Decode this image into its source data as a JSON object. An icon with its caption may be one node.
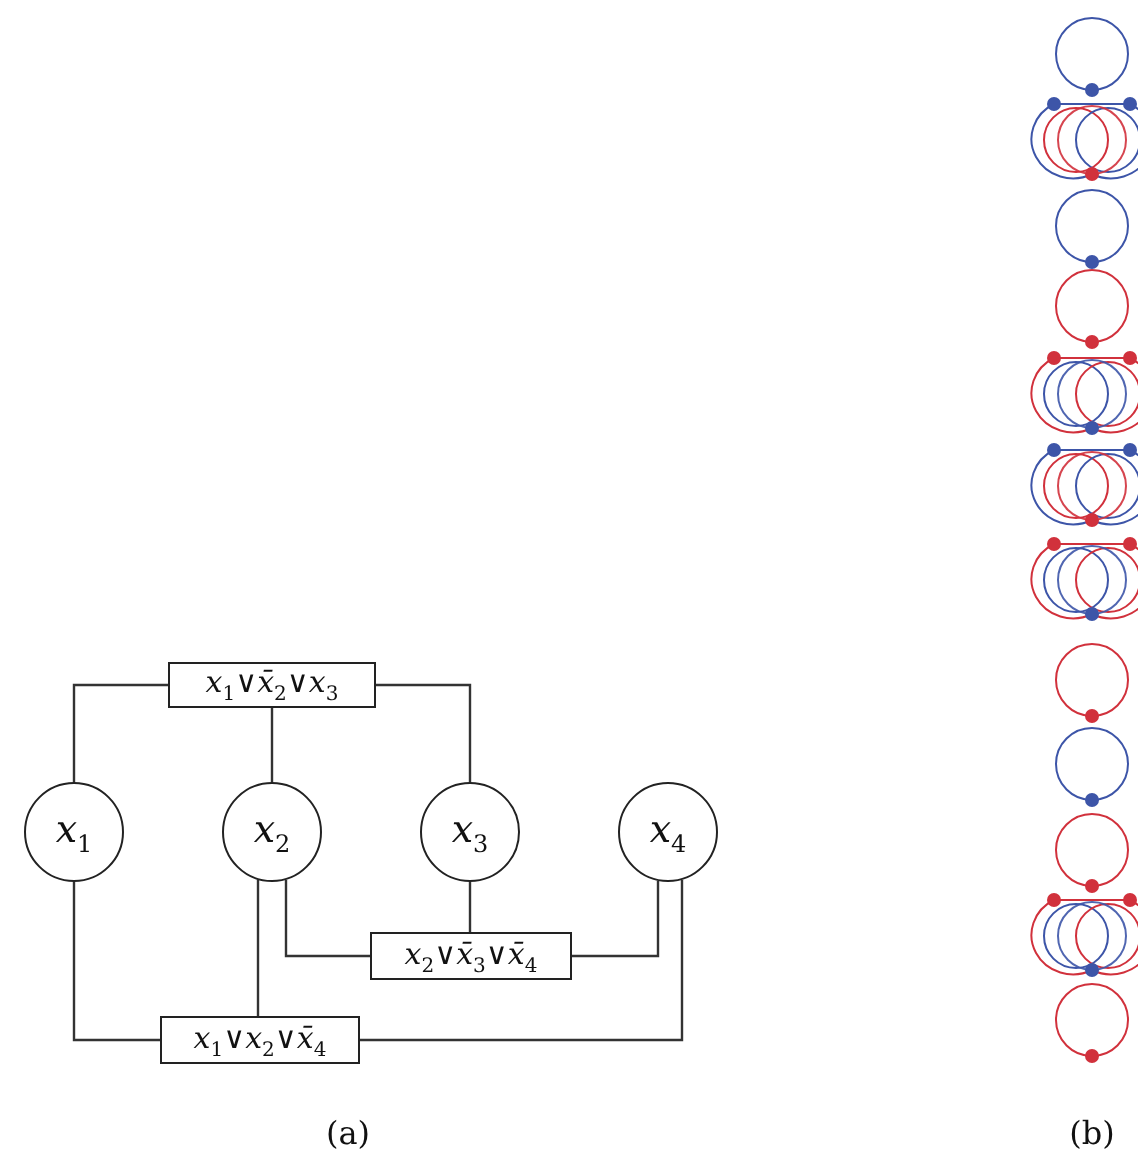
{
  "diagram": {
    "nodes": [
      {
        "text": [
          "x$_{1}$∨x̄$_{2}$∨x$_{3}$"
        ]
      },
      {
        "text": [
          "x$_{1}$"
        ]
      },
      {
        "text": [
          "x$_{2}$"
        ]
      },
      {
        "text": [
          "x$_{3}$"
        ]
      },
      {
        "text": [
          "x$_{4}$"
        ]
      },
      {
        "text": [
          "x$_{2}$∨x̄$_{3}$∨x̄$_{4}$"
        ]
      },
      {
        "text": [
          "x$_{1}$∨x$_{2}$∨x̄$_{4}$"
        ]
      }
    ],
    "edges": [
      {
        "from": 0,
        "to": 1,
        "arrow": "none"
      },
      {
        "from": 0,
        "to": 2,
        "arrow": "none"
      },
      {
        "from": 0,
        "to": 3,
        "arrow": "none"
      },
      {
        "from": 5,
        "to": 2,
        "arrow": "none"
      },
      {
        "from": 5,
        "to": 3,
        "arrow": "none"
      },
      {
        "from": 5,
        "to": 4,
        "arrow": "none"
      },
      {
        "from": 6,
        "to": 1,
        "arrow": "none"
      },
      {
        "from": 6,
        "to": 2,
        "arrow": "none"
      },
      {
        "from": 6,
        "to": 4,
        "arrow": "none"
      }
    ],
    "labels": [
      "(a)",
      "(b)"
    ]
  }
}
